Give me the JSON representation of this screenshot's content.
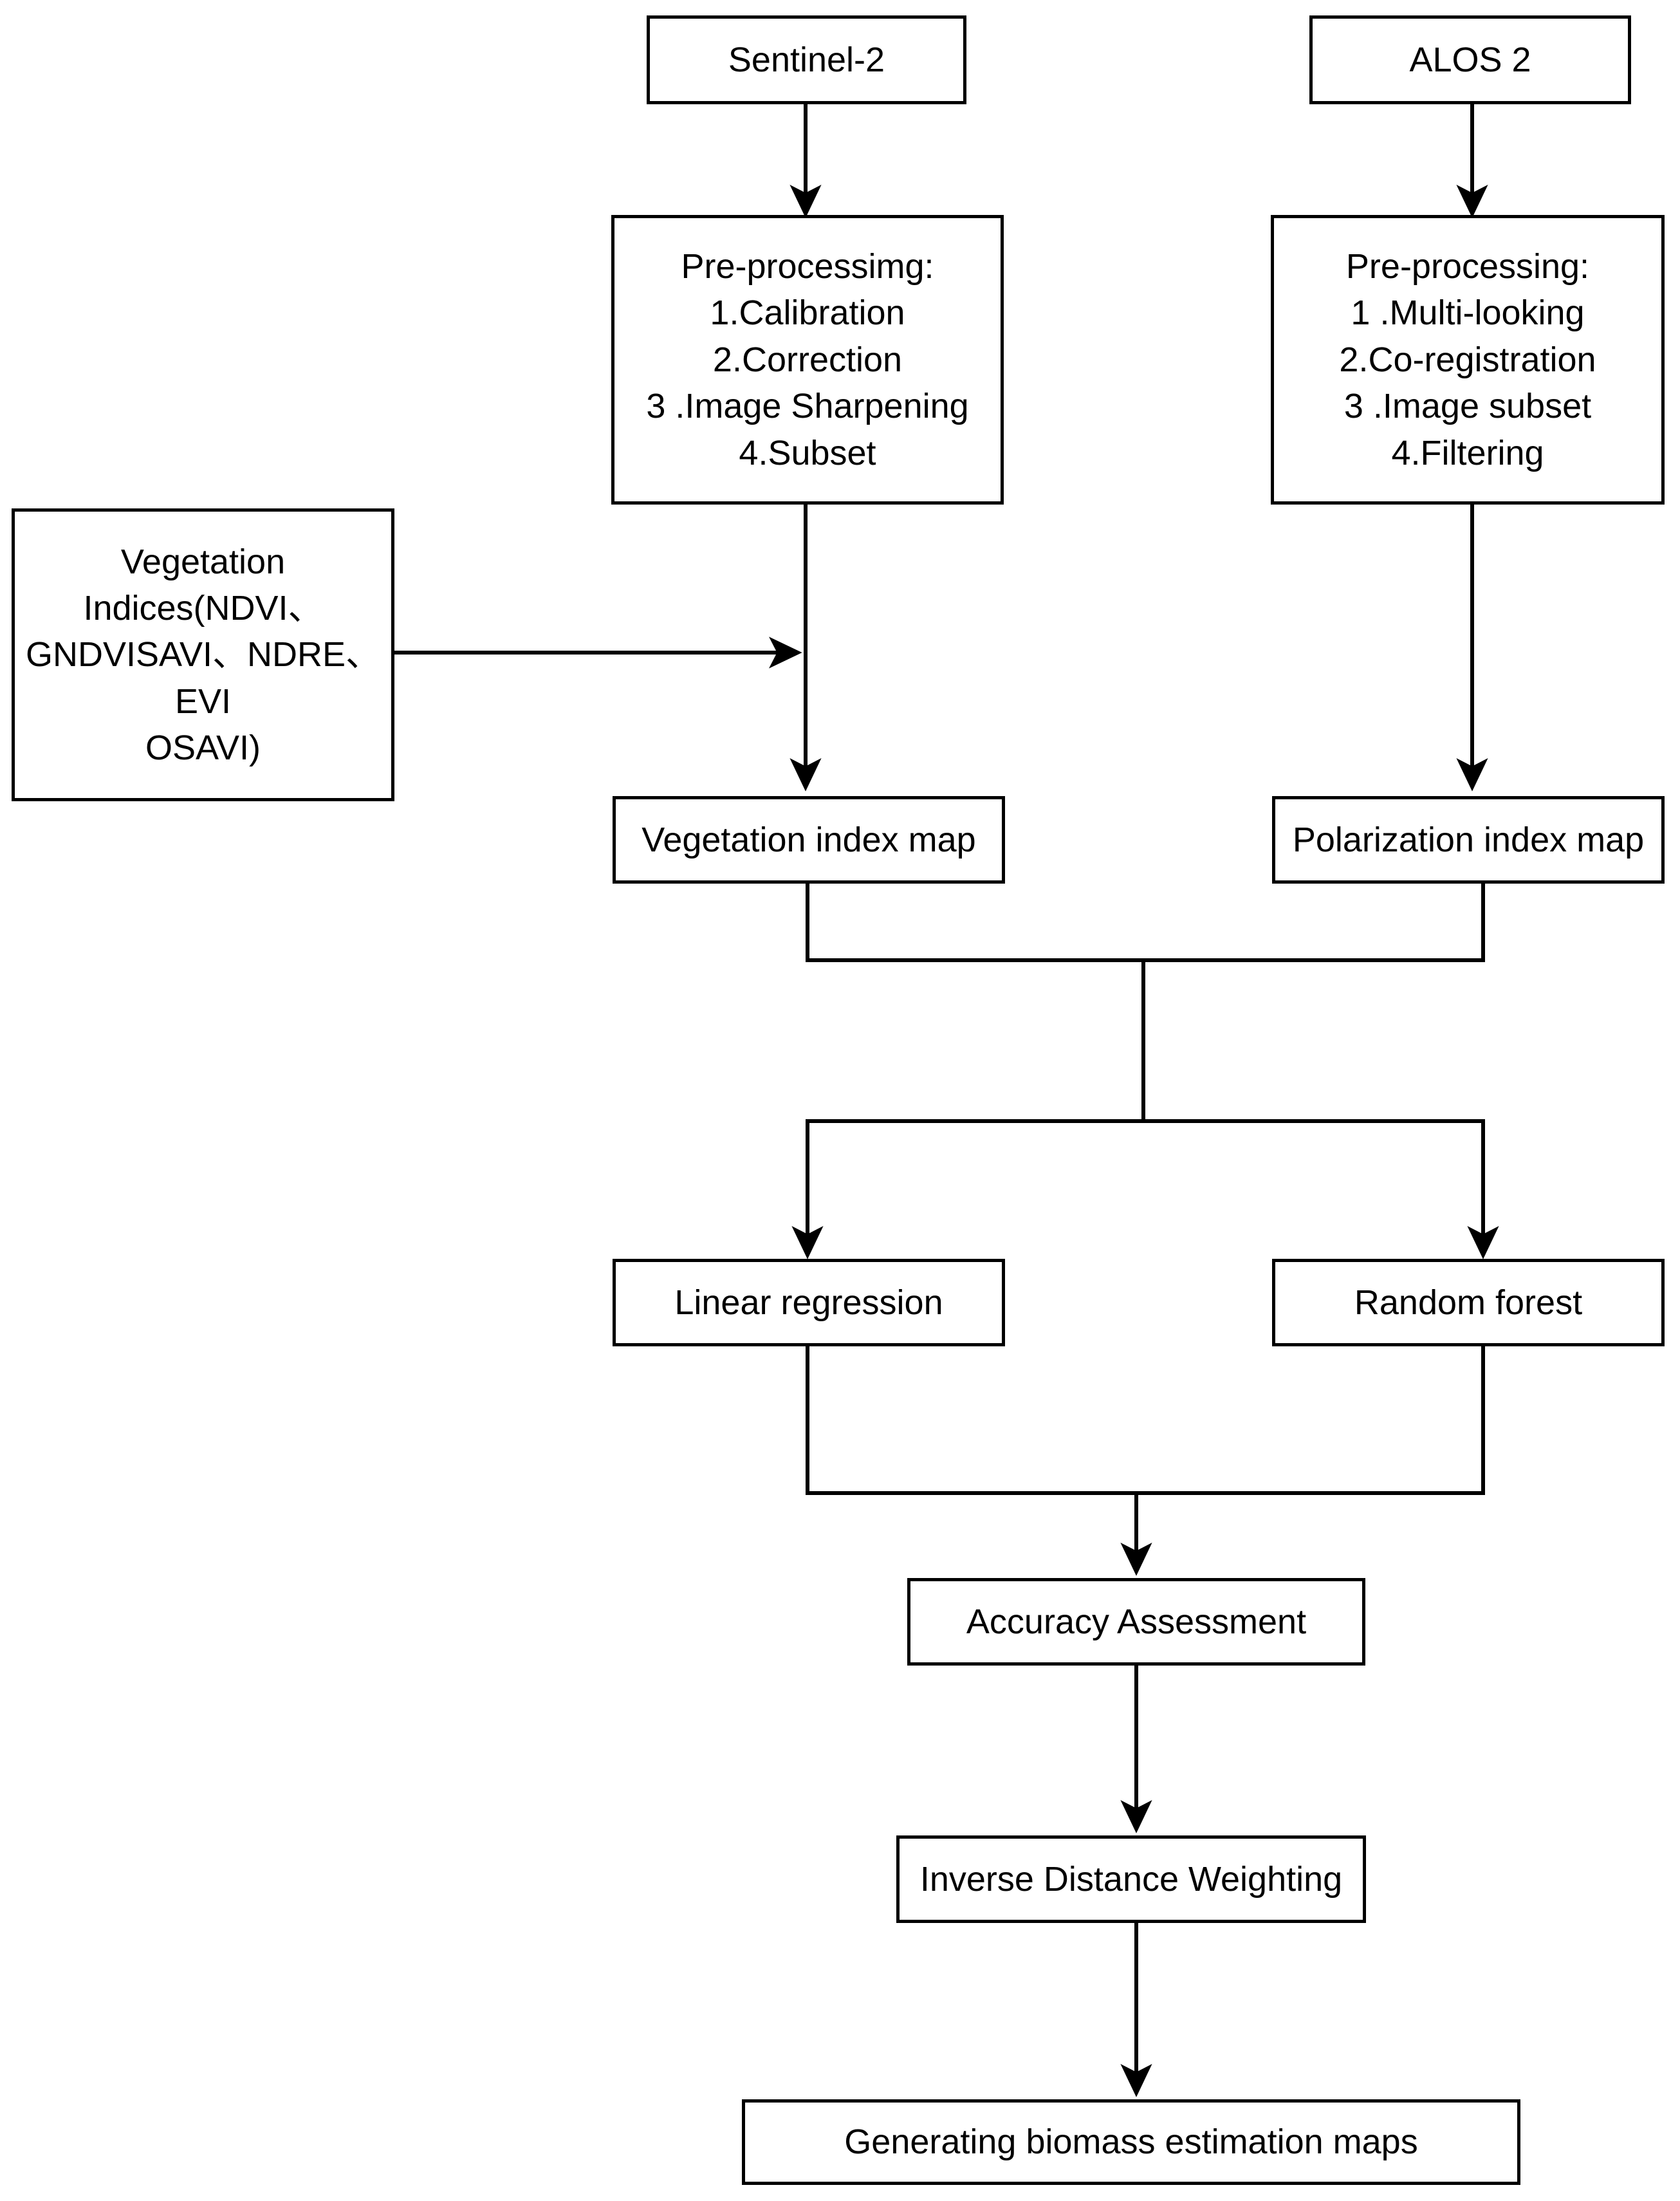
{
  "diagram": {
    "title": "Biomass estimation workflow",
    "background_color": "#ffffff",
    "line_color": "#000000",
    "text_color": "#000000"
  },
  "nodes": {
    "sentinel2": {
      "label": "Sentinel-2"
    },
    "alos2": {
      "label": "ALOS 2"
    },
    "optical_preprocessing": {
      "label": "Pre-processimg:\n1.Calibration\n2.Correction\n3 .Image Sharpening\n4.Subset"
    },
    "sar_preprocessing": {
      "label": "Pre-processing:\n1 .Multi-looking\n2.Co-registration\n3 .Image subset\n4.Filtering"
    },
    "vegetation_indices": {
      "label": "Vegetation\nIndices(NDVI、\nGNDVISAVI、NDRE、\nEVI\nOSAVI)"
    },
    "vegetation_index_map": {
      "label": "Vegetation index map"
    },
    "polarization_index_map": {
      "label": "Polarization index map"
    },
    "linear_regression": {
      "label": "Linear regression"
    },
    "random_forest": {
      "label": "Random forest"
    },
    "accuracy_assessment": {
      "label": "Accuracy Assessment"
    },
    "inverse_distance_weighting": {
      "label": "Inverse Distance Weighting"
    },
    "biomass_maps": {
      "label": "Generating biomass estimation maps"
    }
  },
  "edges": [
    {
      "from": "sentinel2",
      "to": "optical_preprocessing",
      "type": "arrow-down"
    },
    {
      "from": "alos2",
      "to": "sar_preprocessing",
      "type": "arrow-down"
    },
    {
      "from": "optical_preprocessing",
      "to": "vegetation_index_map",
      "type": "arrow-down"
    },
    {
      "from": "sar_preprocessing",
      "to": "polarization_index_map",
      "type": "arrow-down"
    },
    {
      "from": "vegetation_indices",
      "to": "optical_preprocessing_trunk",
      "type": "arrow-right"
    },
    {
      "from": "vegetation_index_map",
      "to": "merge_bar_models",
      "type": "line-down"
    },
    {
      "from": "polarization_index_map",
      "to": "merge_bar_models",
      "type": "line-down"
    },
    {
      "from": "merge_bar_models",
      "to": "split_bar_models",
      "type": "line-down"
    },
    {
      "from": "split_bar_models",
      "to": "linear_regression",
      "type": "arrow-down"
    },
    {
      "from": "split_bar_models",
      "to": "random_forest",
      "type": "arrow-down"
    },
    {
      "from": "linear_regression",
      "to": "merge_bar_accuracy",
      "type": "line-down"
    },
    {
      "from": "random_forest",
      "to": "merge_bar_accuracy",
      "type": "line-down"
    },
    {
      "from": "merge_bar_accuracy",
      "to": "accuracy_assessment",
      "type": "arrow-down"
    },
    {
      "from": "accuracy_assessment",
      "to": "inverse_distance_weighting",
      "type": "arrow-down"
    },
    {
      "from": "inverse_distance_weighting",
      "to": "biomass_maps",
      "type": "arrow-down"
    }
  ]
}
